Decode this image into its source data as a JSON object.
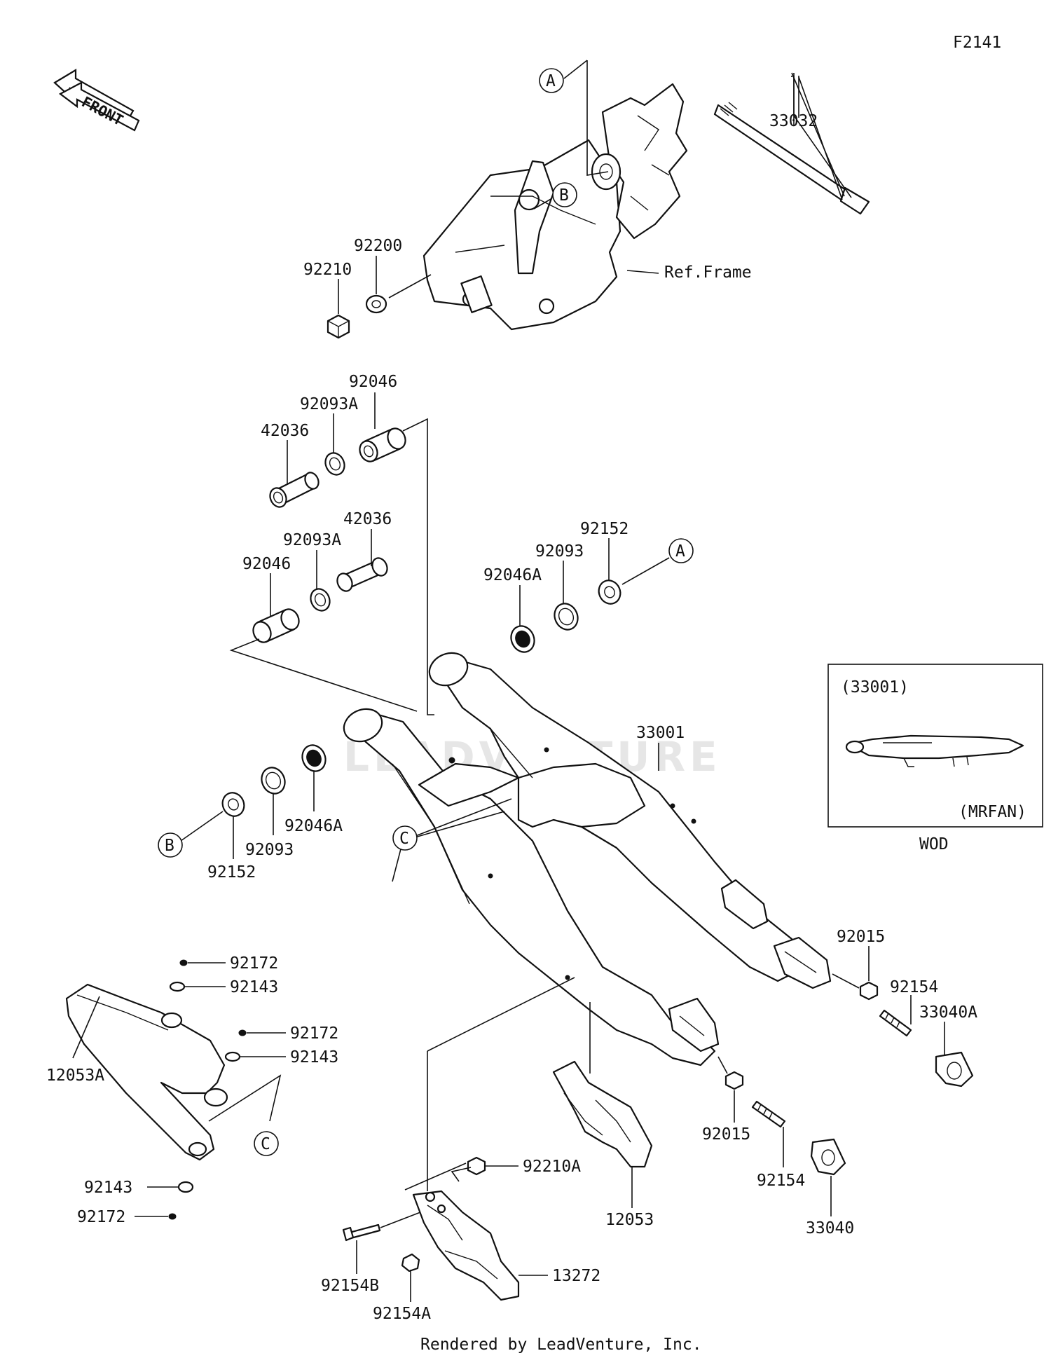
{
  "figure_id": "F2141",
  "front_arrow": "FRONT",
  "watermark": "LEADVENTURE",
  "footer": "Rendered by LeadVenture, Inc.",
  "inset": {
    "part_ref": "(33001)",
    "variant": "(MRFAN)",
    "caption": "WOD"
  },
  "callouts": {
    "a": "A",
    "b": "B",
    "c": "C"
  },
  "labels": {
    "p33032": "33032",
    "ref_frame": "Ref.Frame",
    "p92200": "92200",
    "p92210": "92210",
    "p92046_top": "92046",
    "p92093a_top": "92093A",
    "p42036_top": "42036",
    "p42036_mid": "42036",
    "p92093a_mid": "92093A",
    "p92046_mid": "92046",
    "p92152_r": "92152",
    "p92093_r": "92093",
    "p92046a_r": "92046A",
    "p33001": "33001",
    "p92046a_l": "92046A",
    "p92093_l": "92093",
    "p92152_l": "92152",
    "p92015_r": "92015",
    "p92154_r": "92154",
    "p33040a": "33040A",
    "p92172_1": "92172",
    "p92143_1": "92143",
    "p92172_2": "92172",
    "p92143_2": "92143",
    "p12053a": "12053A",
    "p92143_3": "92143",
    "p92172_3": "92172",
    "p92015_b": "92015",
    "p92154_b": "92154",
    "p33040": "33040",
    "p92210a": "92210A",
    "p12053": "12053",
    "p92154b": "92154B",
    "p13272": "13272",
    "p92154a": "92154A"
  }
}
